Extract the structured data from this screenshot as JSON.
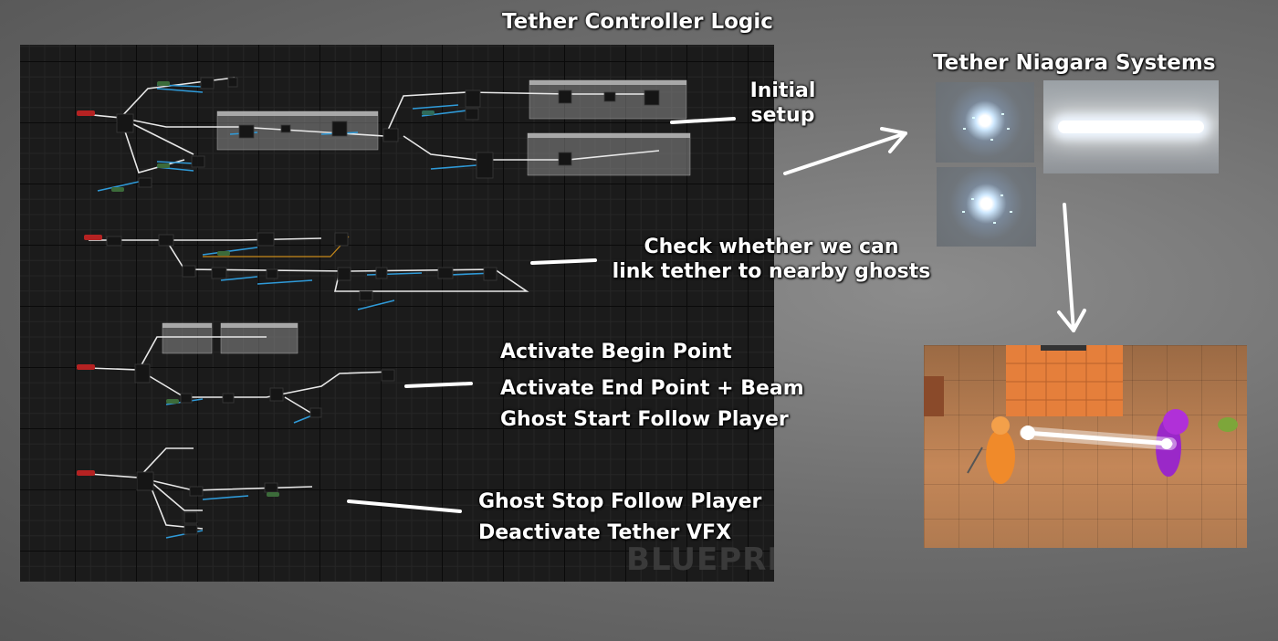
{
  "titles": {
    "main": "Tether Controller Logic",
    "niagara": "Tether Niagara Systems"
  },
  "annotations": {
    "initial_setup": [
      "Initial",
      "setup"
    ],
    "check_link": [
      "Check whether we can",
      "link tether to nearby ghosts"
    ],
    "begin_point": "Activate Begin Point",
    "end_point": "Activate End Point + Beam",
    "follow_start": "Ghost Start Follow Player",
    "follow_stop": "Ghost Stop Follow Player",
    "deactivate": "Deactivate Tether VFX"
  },
  "watermark": "BLUEPRI",
  "colors": {
    "exec_wire": "#e8e8e8",
    "data_wire": "#2f9ad8",
    "bool_wire": "#c88a1a",
    "event_node": "#b52222",
    "node_body": "#151515",
    "comment_box": "#8a8a8a"
  },
  "icons": [
    "arrow-right-icon",
    "arrow-down-icon",
    "connector-line-icon"
  ]
}
